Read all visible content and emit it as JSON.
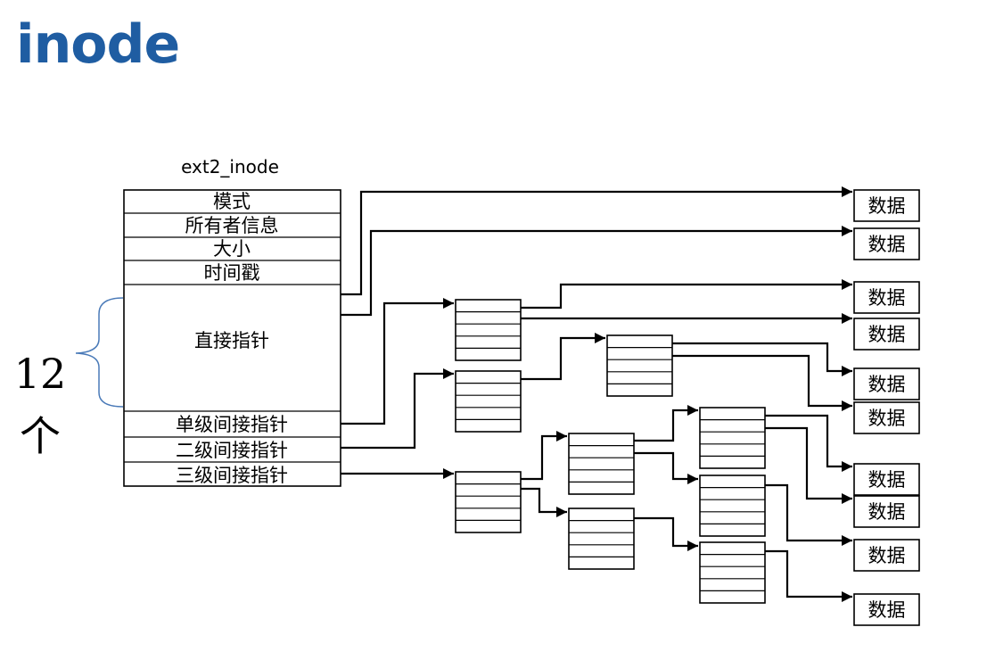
{
  "title": "inode",
  "inode": {
    "name": "ext2_inode",
    "fields": [
      "模式",
      "所有者信息",
      "大小",
      "时间戳",
      "直接指针",
      "单级间接指针",
      "二级间接指针",
      "三级间接指针"
    ]
  },
  "brace_label": [
    "12",
    "个"
  ],
  "data_label": "数据",
  "colors": {
    "title": "#1f5da2",
    "brace": "#4a7ab8"
  }
}
